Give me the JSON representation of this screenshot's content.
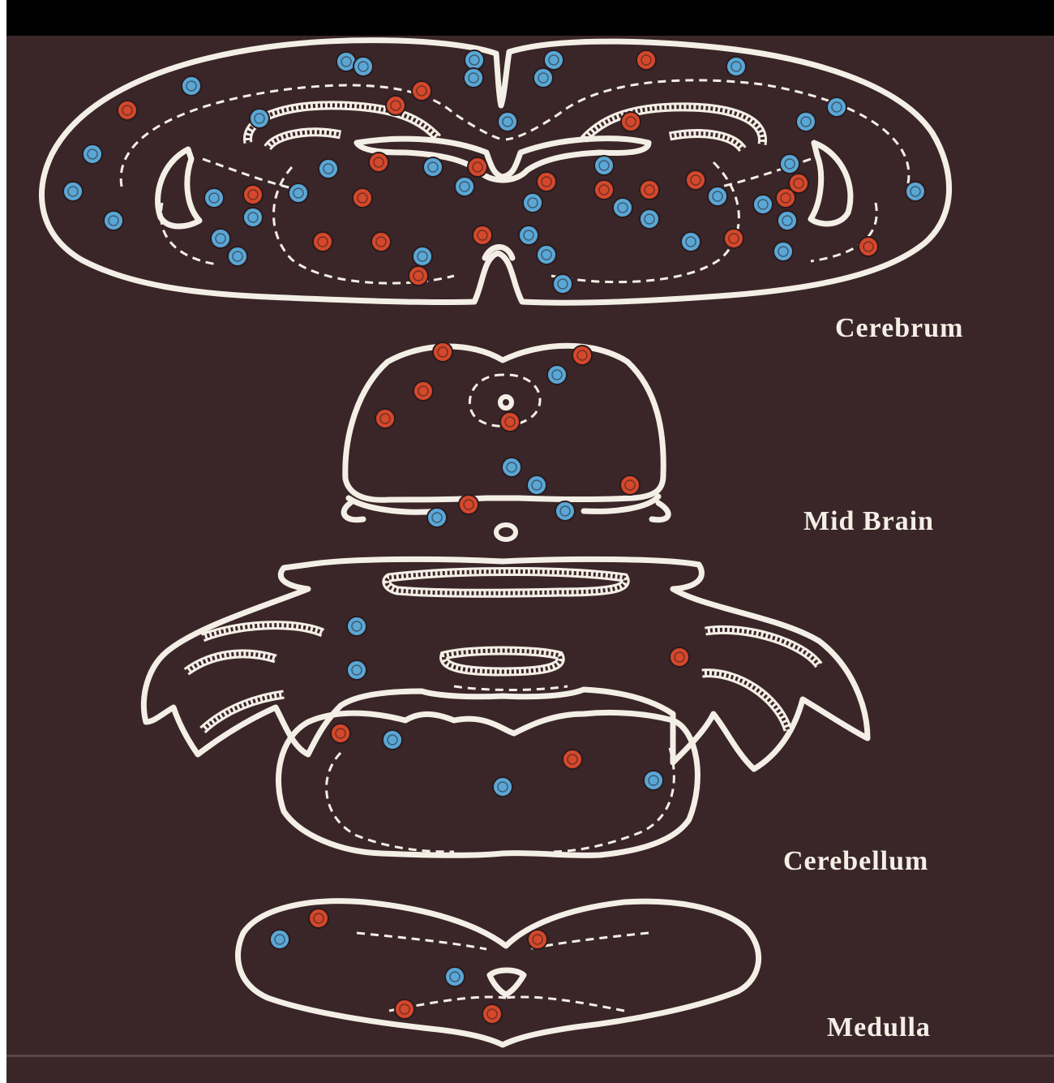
{
  "labels": {
    "cerebrum": "Cerebrum",
    "midbrain": "Mid Brain",
    "cerebellum": "Cerebellum",
    "medulla": "Medulla"
  },
  "colors": {
    "background": "#3a2628",
    "outline": "#f4efe6",
    "red_marker": "#d4482c",
    "blue_marker": "#5aa7d6"
  }
}
